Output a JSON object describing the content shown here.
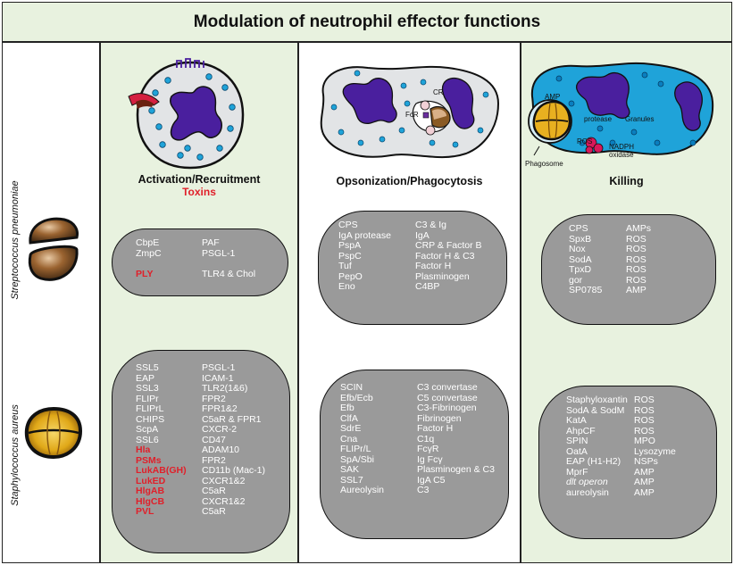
{
  "title": "Modulation of neutrophil effector functions",
  "bacteria": [
    {
      "name": "Streptococcus pneumoniae"
    },
    {
      "name": "Staphylococcus aureus"
    }
  ],
  "columns": [
    {
      "title": "Activation/Recruitment",
      "subtitle": "Toxins",
      "cell_labels": [],
      "pneumoniae_rows": [
        {
          "left": "CbpE",
          "right": "PAF",
          "style": ""
        },
        {
          "left": "ZmpC",
          "right": "PSGL-1",
          "style": ""
        },
        {
          "left": "PLY",
          "right": "TLR4 & Chol",
          "style": "red"
        }
      ],
      "aureus_rows": [
        {
          "left": "SSL5",
          "right": "PSGL-1",
          "style": ""
        },
        {
          "left": "EAP",
          "right": "ICAM-1",
          "style": ""
        },
        {
          "left": "SSL3",
          "right": "TLR2(1&6)",
          "style": ""
        },
        {
          "left": "FLIPr",
          "right": "FPR2",
          "style": ""
        },
        {
          "left": "FLIPrL",
          "right": "FPR1&2",
          "style": ""
        },
        {
          "left": "CHIPS",
          "right": "C5aR & FPR1",
          "style": ""
        },
        {
          "left": "ScpA",
          "right": "CXCR-2",
          "style": ""
        },
        {
          "left": "SSL6",
          "right": "CD47",
          "style": ""
        },
        {
          "left": "Hla",
          "right": "ADAM10",
          "style": "red"
        },
        {
          "left": "PSMs",
          "right": "FPR2",
          "style": "red"
        },
        {
          "left": "LukAB(GH)",
          "right": "CD11b (Mac-1)",
          "style": "red"
        },
        {
          "left": "LukED",
          "right": "CXCR1&2",
          "style": "red"
        },
        {
          "left": "HlgAB",
          "right": "C5aR",
          "style": "red"
        },
        {
          "left": "HlgCB",
          "right": "CXCR1&2",
          "style": "red"
        },
        {
          "left": "PVL",
          "right": "C5aR",
          "style": "red"
        }
      ]
    },
    {
      "title": "Opsonization/Phagocytosis",
      "subtitle": "",
      "cell_labels": [
        "CR",
        "FcR"
      ],
      "pneumoniae_rows": [
        {
          "left": "CPS",
          "right": "C3 & Ig",
          "style": ""
        },
        {
          "left": "IgA protease",
          "right": "IgA",
          "style": ""
        },
        {
          "left": "PspA",
          "right": "CRP & Factor B",
          "style": ""
        },
        {
          "left": "PspC",
          "right": "Factor H & C3",
          "style": ""
        },
        {
          "left": "Tuf",
          "right": "Factor H",
          "style": ""
        },
        {
          "left": "PepO",
          "right": "Plasminogen",
          "style": ""
        },
        {
          "left": "Eno",
          "right": "C4BP",
          "style": ""
        }
      ],
      "aureus_rows": [
        {
          "left": "SCIN",
          "right": "C3 convertase",
          "style": ""
        },
        {
          "left": "Efb/Ecb",
          "right": "C5 convertase",
          "style": ""
        },
        {
          "left": "Efb",
          "right": "C3-Fibrinogen",
          "style": ""
        },
        {
          "left": "ClfA",
          "right": "Fibrinogen",
          "style": ""
        },
        {
          "left": "SdrE",
          "right": "Factor H",
          "style": ""
        },
        {
          "left": "Cna",
          "right": "C1q",
          "style": ""
        },
        {
          "left": "FLIPr/L",
          "right": "FcγR",
          "style": ""
        },
        {
          "left": "SpA/Sbi",
          "right": "Ig Fcγ",
          "style": ""
        },
        {
          "left": "SAK",
          "right": "Plasminogen & C3",
          "style": ""
        },
        {
          "left": "SSL7",
          "right": "IgA C5",
          "style": ""
        },
        {
          "left": "Aureolysin",
          "right": "C3",
          "style": ""
        }
      ]
    },
    {
      "title": "Killing",
      "subtitle": "",
      "cell_labels": [
        "AMP",
        "protease",
        "Granules",
        "ROS",
        "NADPH oxidase",
        "Phagosome"
      ],
      "pneumoniae_rows": [
        {
          "left": "CPS",
          "right": "AMPs",
          "style": ""
        },
        {
          "left": "SpxB",
          "right": "ROS",
          "style": ""
        },
        {
          "left": "Nox",
          "right": "ROS",
          "style": ""
        },
        {
          "left": "SodA",
          "right": "ROS",
          "style": ""
        },
        {
          "left": "TpxD",
          "right": "ROS",
          "style": ""
        },
        {
          "left": "gor",
          "right": "ROS",
          "style": ""
        },
        {
          "left": "SP0785",
          "right": "AMP",
          "style": ""
        }
      ],
      "aureus_rows": [
        {
          "left": "Staphyloxantin",
          "right": "ROS",
          "style": ""
        },
        {
          "left": "SodA & SodM",
          "right": "ROS",
          "style": ""
        },
        {
          "left": "KatA",
          "right": "ROS",
          "style": ""
        },
        {
          "left": "AhpCF",
          "right": "ROS",
          "style": ""
        },
        {
          "left": "SPIN",
          "right": "MPO",
          "style": ""
        },
        {
          "left": "OatA",
          "right": "Lysozyme",
          "style": ""
        },
        {
          "left": "EAP (H1-H2)",
          "right": "NSPs",
          "style": ""
        },
        {
          "left": "MprF",
          "right": "AMP",
          "style": ""
        },
        {
          "left": "dlt operon",
          "right": "AMP",
          "style": "italic"
        },
        {
          "left": "aureolysin",
          "right": "AMP",
          "style": ""
        }
      ]
    }
  ],
  "colors": {
    "panel_green": "#e8f2df",
    "pill_gray": "#9a9a9a",
    "toxin_red": "#e0202a",
    "nucleus_purple": "#4a1f9e",
    "granule_blue": "#1fa3d9",
    "cell_gray": "#e2e4e6",
    "bacterium_brown": "#7a4a1f",
    "staph_yellow": "#e8b020"
  }
}
